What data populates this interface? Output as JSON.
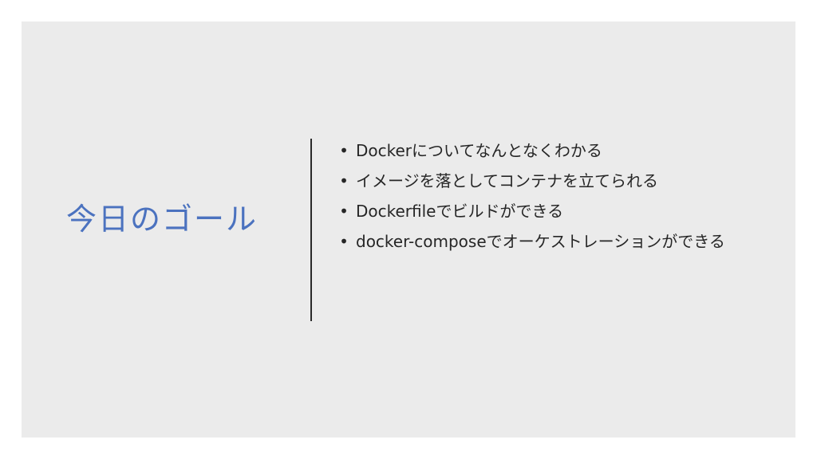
{
  "slide": {
    "title": "今日のゴール",
    "bullets": [
      {
        "text": "Dockerについてなんとなくわかる"
      },
      {
        "text": "イメージを落としてコンテナを立てられる"
      },
      {
        "text": "Dockerfileでビルドができる"
      },
      {
        "text": "docker-composeでオーケストレーションができる"
      }
    ],
    "bullet_glyph": "•",
    "colors": {
      "background": "#ebebeb",
      "title": "#4b72bf",
      "text": "#262626",
      "divider": "#2a2a2a"
    }
  }
}
